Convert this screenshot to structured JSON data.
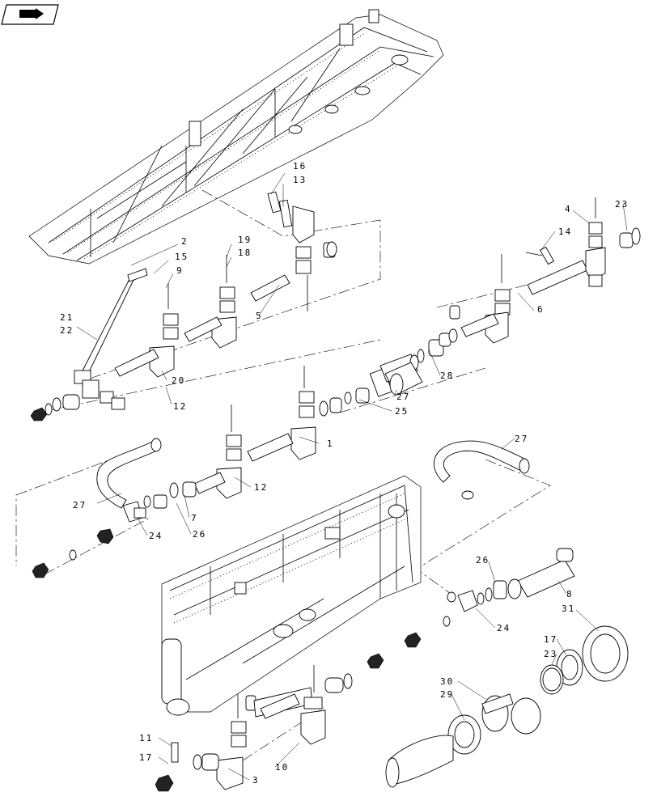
{
  "nav_icon": "folder-arrow-icon",
  "callouts": {
    "c1": "1",
    "c2": "2",
    "c3": "3",
    "c4": "4",
    "c5": "5",
    "c6": "6",
    "c7": "7",
    "c8": "8",
    "c9": "9",
    "c10": "10",
    "c11": "11",
    "c12a": "12",
    "c12b": "12",
    "c13": "13",
    "c14": "14",
    "c15": "15",
    "c16": "16",
    "c17a": "17",
    "c17b": "17",
    "c18": "18",
    "c19": "19",
    "c20": "20",
    "c21": "21",
    "c22": "22",
    "c23a": "23",
    "c23b": "23",
    "c24a": "24",
    "c24b": "24",
    "c25": "25",
    "c26a": "26",
    "c26b": "26",
    "c27a": "27",
    "c27b": "27",
    "c27c": "27",
    "c28": "28",
    "c29": "29",
    "c30": "30",
    "c31": "31"
  }
}
